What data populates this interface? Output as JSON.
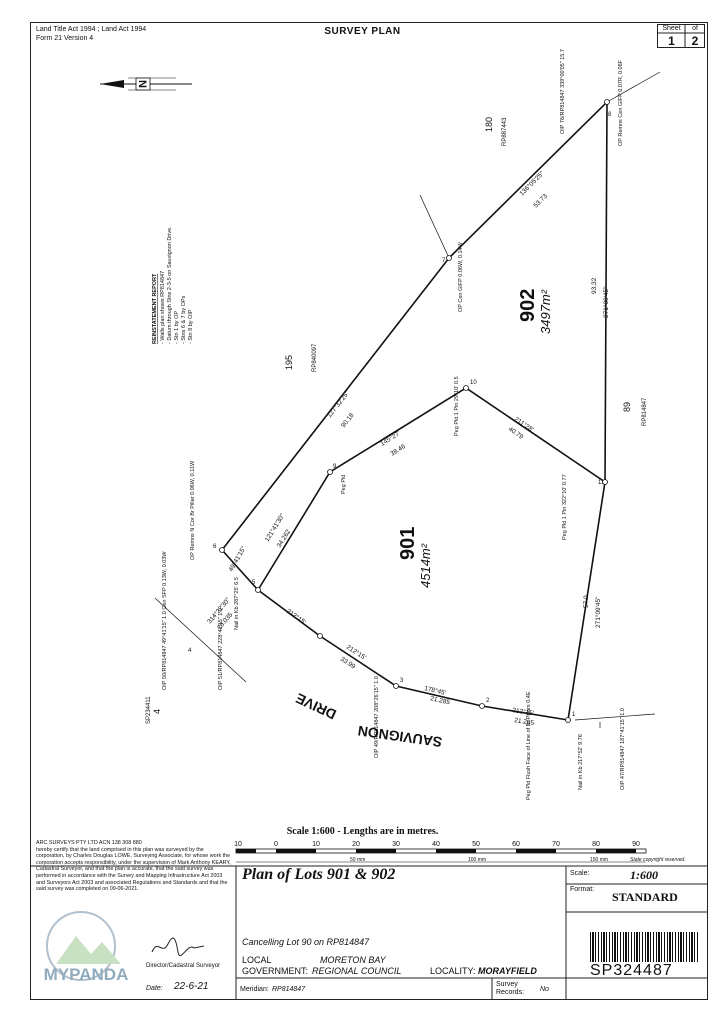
{
  "header": {
    "acts": "Land Title Act 1994 ; Land Act 1994",
    "form": "Form 21 Version 4",
    "title": "SURVEY PLAN",
    "sheet_label": "Sheet",
    "sheet_of": "of",
    "sheet_num": "1",
    "sheet_total": "2"
  },
  "plan": {
    "north_label": "N",
    "lot_901": "901",
    "area_901": "4514m²",
    "lot_902": "902",
    "area_902": "3497m²",
    "road": "SAUVIGNON",
    "road2": "DRIVE",
    "lot_195": "195",
    "rp_195": "RP840097",
    "lot_180": "180",
    "rp_180": "RP887443",
    "lot_89": "89",
    "rp_89": "RP814847",
    "lot_4": "4",
    "rp_4": "SP234411",
    "stations": [
      "1",
      "2",
      "3",
      "4",
      "5",
      "6",
      "7",
      "8",
      "9",
      "10",
      "11"
    ],
    "bearings": {
      "b_7_8": "136°05'25\"",
      "d_7_8": "53.73",
      "b_6_7": "127°32'25\"",
      "d_6_7": "90.18",
      "b_8_11": "271°09'45\"",
      "d_8_11": "93.32",
      "b_11_1": "271°09'45\"",
      "d_11_1": "57.0",
      "b_9_10": "145°27'",
      "d_9_10": "38.46",
      "b_10_11": "211°28'",
      "d_10_11": "40.79",
      "b_5_9": "121°41'30\"",
      "d_5_9": "34.262",
      "b_road1": "212°15'",
      "d_road1": "8.08",
      "b_road2": "212°15'",
      "d_road2": "33.99",
      "b_road3": "178°45'",
      "d_road3": "21.285",
      "b_road4": "212°15'",
      "d_road4": "21.285",
      "b_s5": "314°22'30\"",
      "d_s5": "20.035",
      "b_s6": "49°41'15\"",
      "d_s6": "12.0"
    },
    "reinstatement_title": "REINSTATEMENT REPORT",
    "reinstatement": [
      "- Walls plan shows RP814847",
      "- Datum through Stns 2-3-5 on Sauvignon Drive.",
      "- Stn 1 by OP",
      "- Stns 6 & 7 by OPs",
      "- Stn 8 by OIP"
    ],
    "notes": {
      "n8": "OIP 76/RP814847 339°00'05\" 15.7",
      "n8b": "OP Remns Cen GIFP 0.07R, 0.08F",
      "n7": "OP Cen GIFP 0.06W, 0.14W",
      "n6": "OP Remns N Cor Br Pillar 0.06W, 0.11W",
      "n10": "Peg Pld 1 Pin 29°10' 0.5",
      "n11": "Peg Pld 1 Pin 322°10' 0.77",
      "n9": "Peg Pld",
      "n4": "OIP 50/RP814847 49°41'15\" 1.0 Cen SFP 0.13W, 0.03W",
      "n3": "OIP 49/RP814847 208°26'15\" 1.0",
      "n1": "OIP 47/RP814847 187°41'15\" 1.0",
      "n1b": "Nail in Kb 217°52' 9.76",
      "n5": "Nail in Kb 287°25' 6.5",
      "n5b": "OIP 51/RP814847 228°41'15\" 1.0",
      "n_pf": "Peg Pld Flush Face of Line of Br Pillars 0.4E"
    }
  },
  "scale": {
    "title": "Scale 1:600 - Lengths are in metres.",
    "ticks": [
      "10",
      "0",
      "10",
      "20",
      "30",
      "40",
      "50",
      "60",
      "70",
      "80",
      "90"
    ],
    "mm": [
      "50 mm",
      "100 mm",
      "150 mm"
    ],
    "copyright": "State copyright reserved."
  },
  "certificate": {
    "company": "ARC SURVEYS PTY LTD  ACN 138 308 880",
    "text": "hereby certify that the land comprised in this plan was surveyed by the corporation, by Charles Douglas LOWE, Surveying Associate, for whose work the corporation accepts responsibility, under the supervision of Mark Anthony KEARY, Cadastral Surveyor, and that the plan is accurate, that the said survey was performed in accordance with the Survey and Mapping Infrastructure Act 2003 and Surveyors Act 2003 and associated Regulations and Standards and that the said survey was completed on 09-06-2021.",
    "director": "Director/Cadastral Surveyor",
    "date_label": "Date:",
    "date": "22-6-21",
    "watermark": "MYPANDA"
  },
  "titleblock": {
    "plan_title": "Plan of Lots 901 & 902",
    "cancelling": "Cancelling Lot 90 on RP814847",
    "local_label": "LOCAL",
    "local": "MORETON BAY",
    "government_label": "GOVERNMENT:",
    "government": "REGIONAL COUNCIL",
    "locality_label": "LOCALITY:",
    "locality": "MORAYFIELD",
    "meridian_label": "Meridian:",
    "meridian": "RP814847",
    "survey_records_label": "Survey Records:",
    "survey_records": "No",
    "scale_label": "Scale:",
    "scale": "1:600",
    "format_label": "Format:",
    "format": "STANDARD",
    "plan_number": "SP324487"
  }
}
